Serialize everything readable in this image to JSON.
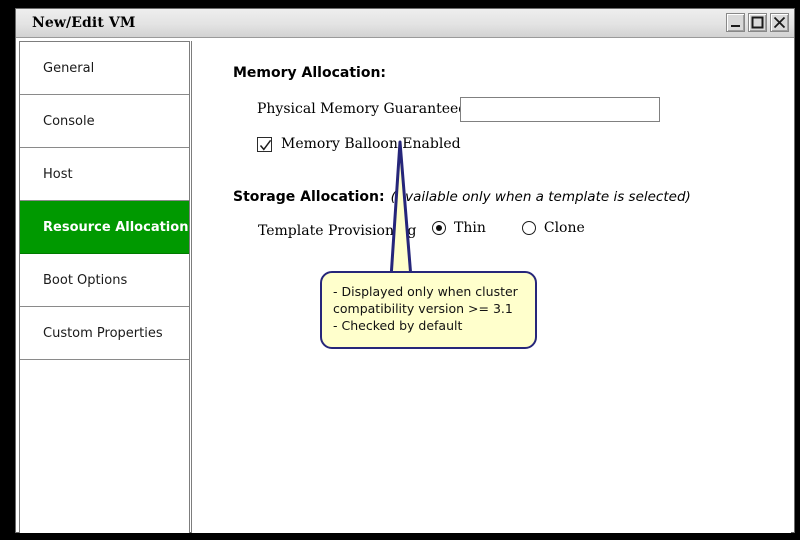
{
  "window": {
    "title": "New/Edit VM",
    "controls": [
      {
        "name": "minimize-button",
        "glyph": "minimize"
      },
      {
        "name": "maximize-button",
        "glyph": "maximize"
      },
      {
        "name": "close-button",
        "glyph": "close"
      }
    ]
  },
  "sidebar": {
    "items": [
      {
        "label": "General",
        "selected": false
      },
      {
        "label": "Console",
        "selected": false
      },
      {
        "label": "Host",
        "selected": false
      },
      {
        "label": "Resource Allocation",
        "selected": true
      },
      {
        "label": "Boot Options",
        "selected": false
      },
      {
        "label": "Custom Properties",
        "selected": false
      }
    ],
    "selected_color": "#009900",
    "selected_text_color": "#ffffff"
  },
  "main": {
    "memory_section": {
      "heading": "Memory Allocation:",
      "physical_memory_label": "Physical Memory Guaranteed",
      "physical_memory_value": "",
      "physical_memory_placeholder": "",
      "balloon_label": "Memory Balloon Enabled",
      "balloon_checked": true
    },
    "storage_section": {
      "heading": "Storage Allocation:",
      "note": "(Available only when a template is selected)",
      "provisioning_label": "Template Provisioning",
      "options": [
        {
          "label": "Thin",
          "selected": true
        },
        {
          "label": "Clone",
          "selected": false
        }
      ]
    }
  },
  "callout": {
    "text": "- Displayed only when cluster\ncompatibility version >= 3.1\n- Checked by default",
    "background": "#ffffcc",
    "border_color": "#26267a"
  }
}
